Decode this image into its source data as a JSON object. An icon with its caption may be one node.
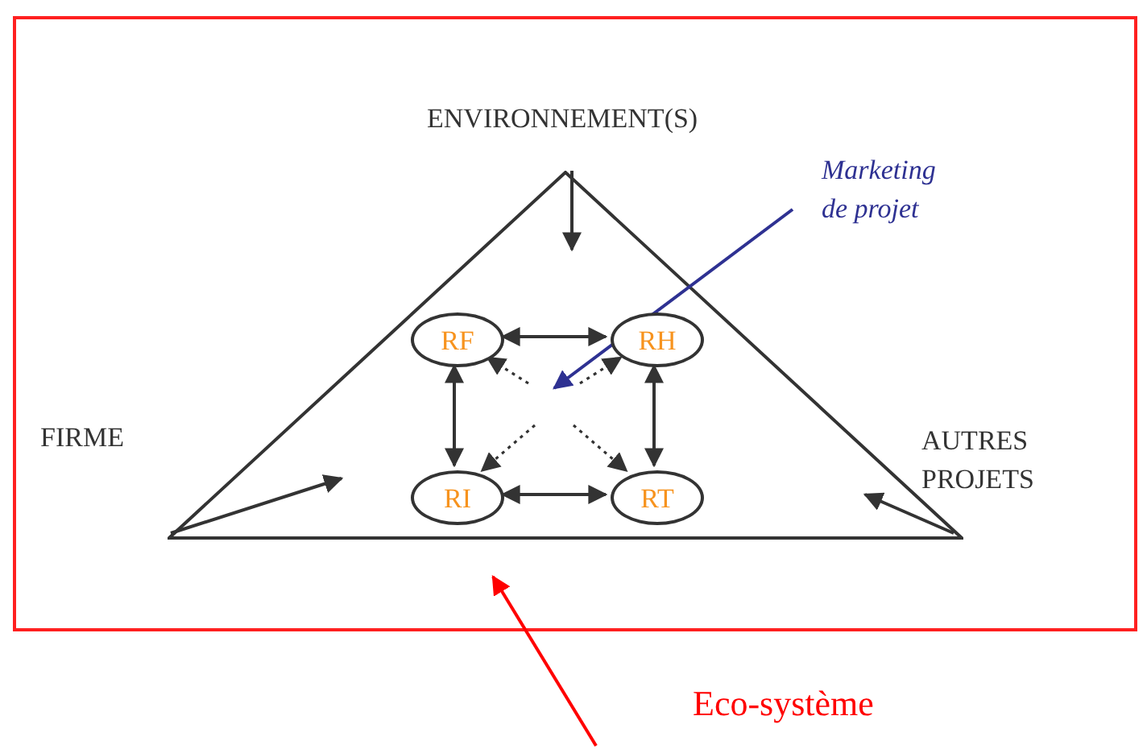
{
  "diagram": {
    "nodes": [
      {
        "text": [],
        "shape": "box"
      },
      {
        "text": [],
        "shape": "triangle",
        "in": 0
      },
      {
        "text": [
          "RF"
        ],
        "in": 1
      },
      {
        "text": [
          "RH"
        ],
        "in": 1
      },
      {
        "text": [
          "RI"
        ],
        "in": 1
      },
      {
        "text": [
          "RT"
        ],
        "in": 1
      },
      {
        "text": [
          "Marketing de projet"
        ],
        "in": 0
      },
      {
        "text": [
          "Eco-système"
        ]
      }
    ],
    "edges": [
      {
        "from": 2,
        "to": 3,
        "arrow": "both"
      },
      {
        "from": 2,
        "to": 4,
        "arrow": "both"
      },
      {
        "from": 3,
        "to": 5,
        "arrow": "both"
      },
      {
        "from": 4,
        "to": 5,
        "arrow": "both"
      },
      {
        "from": null,
        "to": 2,
        "arrow": "to",
        "style": "dashed"
      },
      {
        "from": null,
        "to": 3,
        "arrow": "to",
        "style": "dashed"
      },
      {
        "from": null,
        "to": 4,
        "arrow": "to",
        "style": "dashed"
      },
      {
        "from": null,
        "to": 5,
        "arrow": "to",
        "style": "dashed"
      },
      {
        "from": 6,
        "to": null,
        "arrow": "to",
        "color": "#2e3192"
      },
      {
        "from": 7,
        "to": 0,
        "arrow": "to",
        "color": "#ff0000"
      },
      {
        "from": 1,
        "to": null,
        "arrow": "to"
      },
      {
        "from": 1,
        "to": null,
        "arrow": "to"
      },
      {
        "from": 1,
        "to": null,
        "arrow": "to"
      }
    ],
    "labels": [
      "ENVIRONNEMENT(S)",
      "FIRME",
      "AUTRES PROJETS"
    ]
  }
}
